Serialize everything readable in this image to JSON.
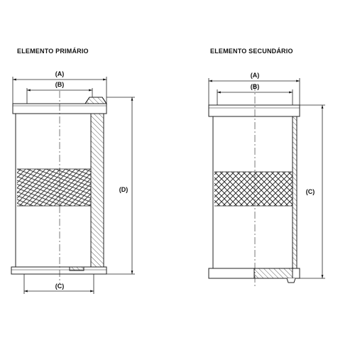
{
  "primary": {
    "title": "ELEMENTO PRIMÁRIO",
    "dims": {
      "a": "(A)",
      "b": "(B)",
      "c": "(C)",
      "d": "(D)"
    }
  },
  "secondary": {
    "title": "ELEMENTO SECUNDÁRIO",
    "dims": {
      "a": "(A)",
      "b": "(B)",
      "c": "(C)"
    }
  }
}
